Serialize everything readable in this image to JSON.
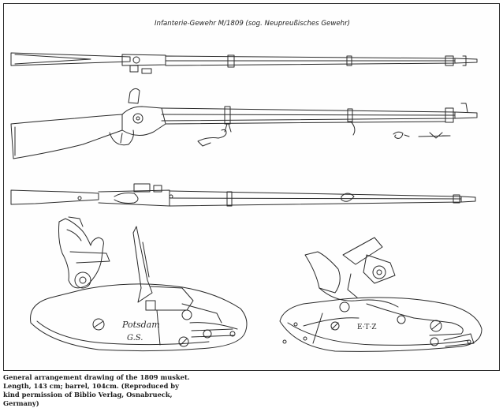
{
  "plate": {
    "title": "Infanterie-Gewehr M/1809 (sog. Neupreußisches Gewehr)"
  },
  "lockplate_left": {
    "engraving_line1": "Potsdam",
    "engraving_line2": "G.S."
  },
  "lockplate_right": {
    "marking": "E·T·Z"
  },
  "caption": {
    "text": "General arrangement drawing of the 1809 musket. Length, 143 cm; barrel, 104cm. (Reproduced by kind permission of Biblio Verlag, Osnabrueck, Germany)"
  }
}
